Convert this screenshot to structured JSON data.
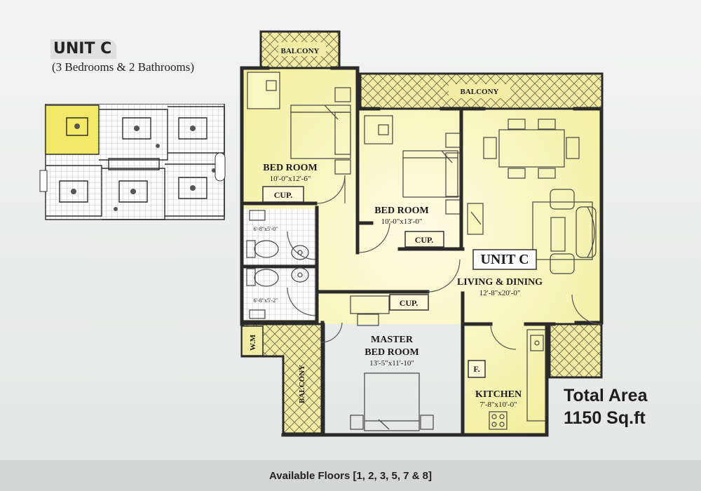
{
  "header": {
    "unit_title": "UNIT C",
    "unit_subtitle": "(3 Bedrooms &  2 Bathrooms)"
  },
  "rooms": {
    "bedroom1": {
      "name": "BED ROOM",
      "size": "10'-0\"x12'-6\""
    },
    "bedroom2": {
      "name": "BED ROOM",
      "size": "10'-0\"x13'-0\""
    },
    "master": {
      "name_line1": "MASTER",
      "name_line2": "BED ROOM",
      "size": "13'-5\"x11'-10\""
    },
    "living": {
      "name": "LIVING & DINING",
      "size": "12'-8\"x20'-0\""
    },
    "kitchen": {
      "name": "KITCHEN",
      "size": "7'-8\"x10'-0\""
    },
    "toilet1": {
      "size": "6'-8\"x5'-0\""
    },
    "toilet2": {
      "size": "6'-8\"x5'-2\""
    }
  },
  "labels": {
    "balcony": "BALCONY",
    "cupboard": "CUP.",
    "unit_tag": "UNIT C",
    "wm": "W.M",
    "fridge": "F."
  },
  "summary": {
    "total_area_line1": "Total Area",
    "total_area_line2": "1150 Sq.ft"
  },
  "footer": {
    "available_floors": "Available Floors [1, 2, 3, 5, 7 & 8]"
  },
  "colors": {
    "room_fill": "#f7f4b8",
    "balcony_fill": "#f3eca6",
    "wall": "#2a2a2a",
    "keyplan_highlight": "#f2e65a"
  }
}
